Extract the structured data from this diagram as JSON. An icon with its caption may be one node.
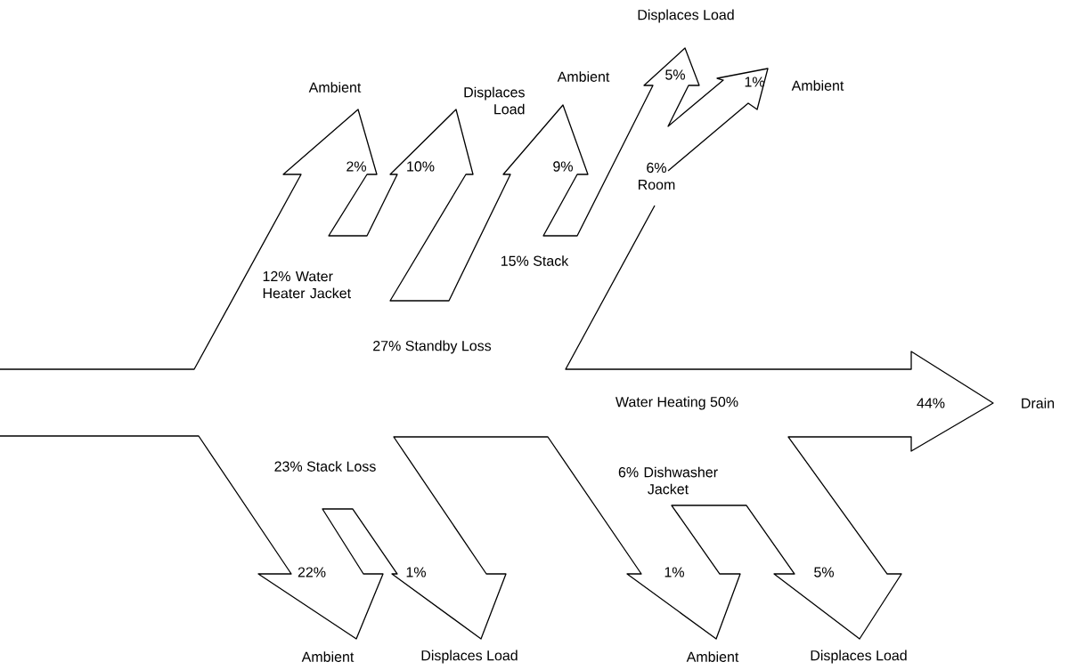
{
  "diagram": {
    "labels": [
      "Displaces Load",
      "Ambient",
      "Displaces Load",
      "Ambient",
      "5%",
      "1%",
      "Ambient",
      "2%",
      "10%",
      "9%",
      "6% Room",
      "12% Water Heater Jacket",
      "15% Stack",
      "27% Standby Loss",
      "Water Heating 50%",
      "44%",
      "Drain",
      "23% Stack Loss",
      "6% Dishwasher Jacket",
      "22%",
      "1%",
      "1%",
      "5%",
      "Ambient",
      "Displaces Load",
      "Ambient",
      "Displaces Load"
    ]
  }
}
